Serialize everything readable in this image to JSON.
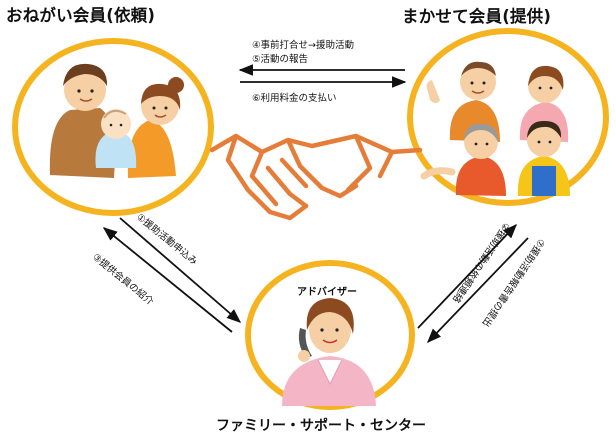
{
  "titles": {
    "left": "おねがい会員(依頼)",
    "right": "まかせて会員(提供)",
    "bottom": "ファミリー・サポート・センター"
  },
  "top_steps": {
    "step4": "④事前打合せ→援助活動",
    "step5": "⑤活動の報告",
    "step6": "⑥利用料金の支払い"
  },
  "left_steps": {
    "step1": "①援助活動申込み",
    "step3": "③提供会員の紹介"
  },
  "right_steps": {
    "step2": "②援助活動の依頼連絡",
    "step7": "⑦援助活動報告書の提出"
  },
  "advisor_label": "アドバイザー",
  "colors": {
    "ring": "#f5b41f",
    "handshake": "#e57c37",
    "arrow": "#111111"
  }
}
